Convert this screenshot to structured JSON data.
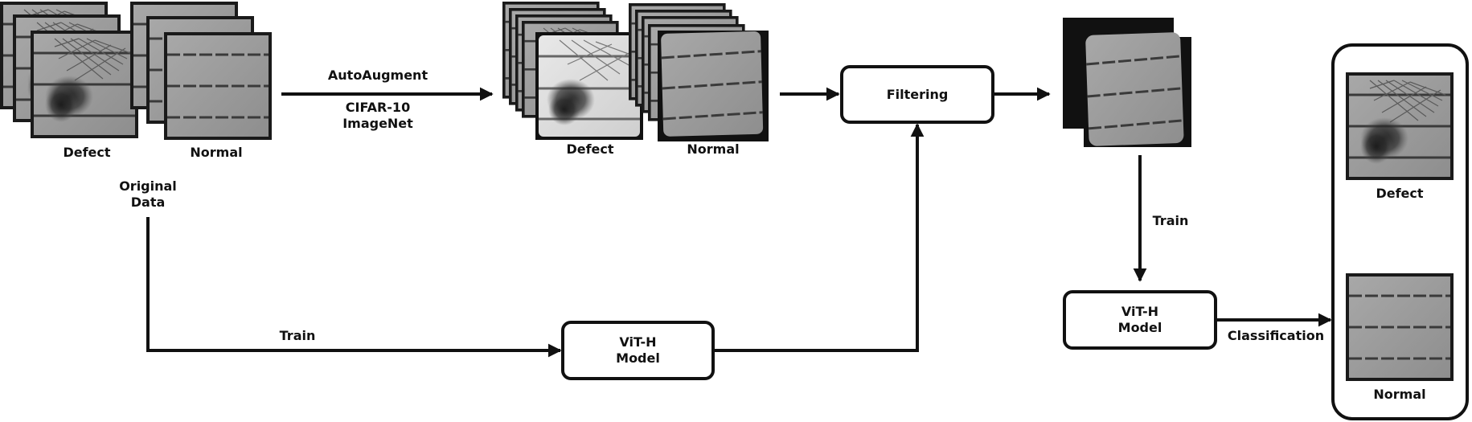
{
  "original": {
    "defect_label": "Defect",
    "normal_label": "Normal",
    "caption_line1": "Original",
    "caption_line2": "Data"
  },
  "augment": {
    "method": "AutoAugment",
    "policy_line1": "CIFAR-10",
    "policy_line2": "ImageNet"
  },
  "augmented": {
    "defect_label": "Defect",
    "normal_label": "Normal"
  },
  "filtering": {
    "label": "Filtering"
  },
  "train_label_1": "Train",
  "train_label_2": "Train",
  "vit_model_1": {
    "line1": "ViT-H",
    "line2": "Model"
  },
  "vit_model_2": {
    "line1": "ViT-H",
    "line2": "Model"
  },
  "classification_label": "Classification",
  "result": {
    "defect_label": "Defect",
    "normal_label": "Normal"
  },
  "colors": {
    "stroke": "#111111",
    "cell_bg": "#9a9a9a",
    "busbar": "#3a3a3a",
    "defect_dark": "#1e1e1e"
  }
}
